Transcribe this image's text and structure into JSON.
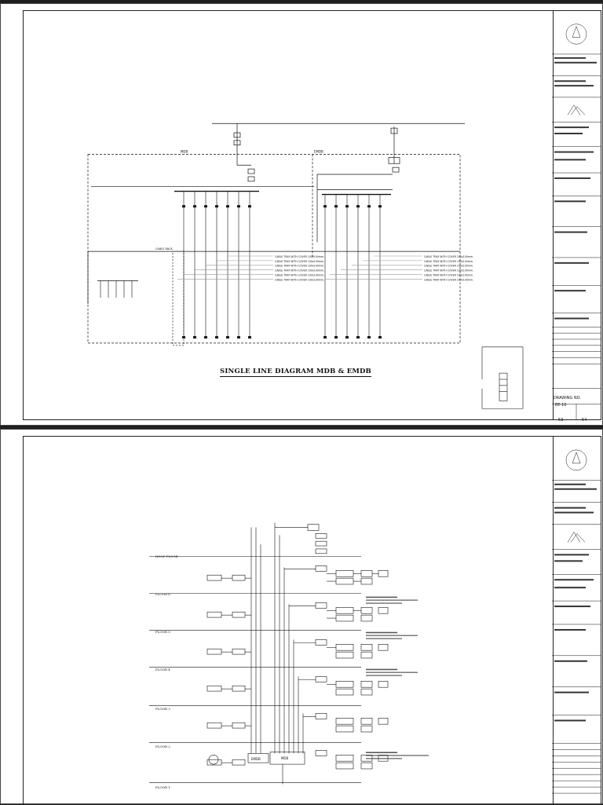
{
  "sheet_1": {
    "diagram_title": "SINGLE LINE DIAGRAM MDB  & EMDB",
    "labels": {
      "mdb": "MDB",
      "emdb": "EMDB",
      "cable_rack": "CABLE RACK",
      "cable_tray_entries": [
        "CABLE TRAY WITH COVER 100x100mm.",
        "CABLE TRAY WITH COVER 100x100mm.",
        "CABLE TRAY WITH COVER 100x100mm.",
        "CABLE TRAY WITH COVER 100x100mm.",
        "CABLE TRAY WITH COVER 100x100mm.",
        "CABLE TRAY WITH COVER 100x100mm."
      ]
    },
    "drawing_no_label": "DRAWING NO.",
    "drawing_no": "EE-10",
    "sheet_no": "53",
    "total_sheets": "54"
  },
  "sheet_2": {
    "floors": [
      "ROOF FLOOR",
      "FLOOR 6",
      "FLOOR 5",
      "FLOOR 4",
      "FLOOR 3",
      "FLOOR 2",
      "FLOOR 1"
    ],
    "panels": {
      "emdb": "EMDB",
      "mdb": "MDB"
    }
  },
  "colors": {
    "line": "#111111",
    "paper": "#ffffff",
    "background": "#1f1f1f"
  }
}
